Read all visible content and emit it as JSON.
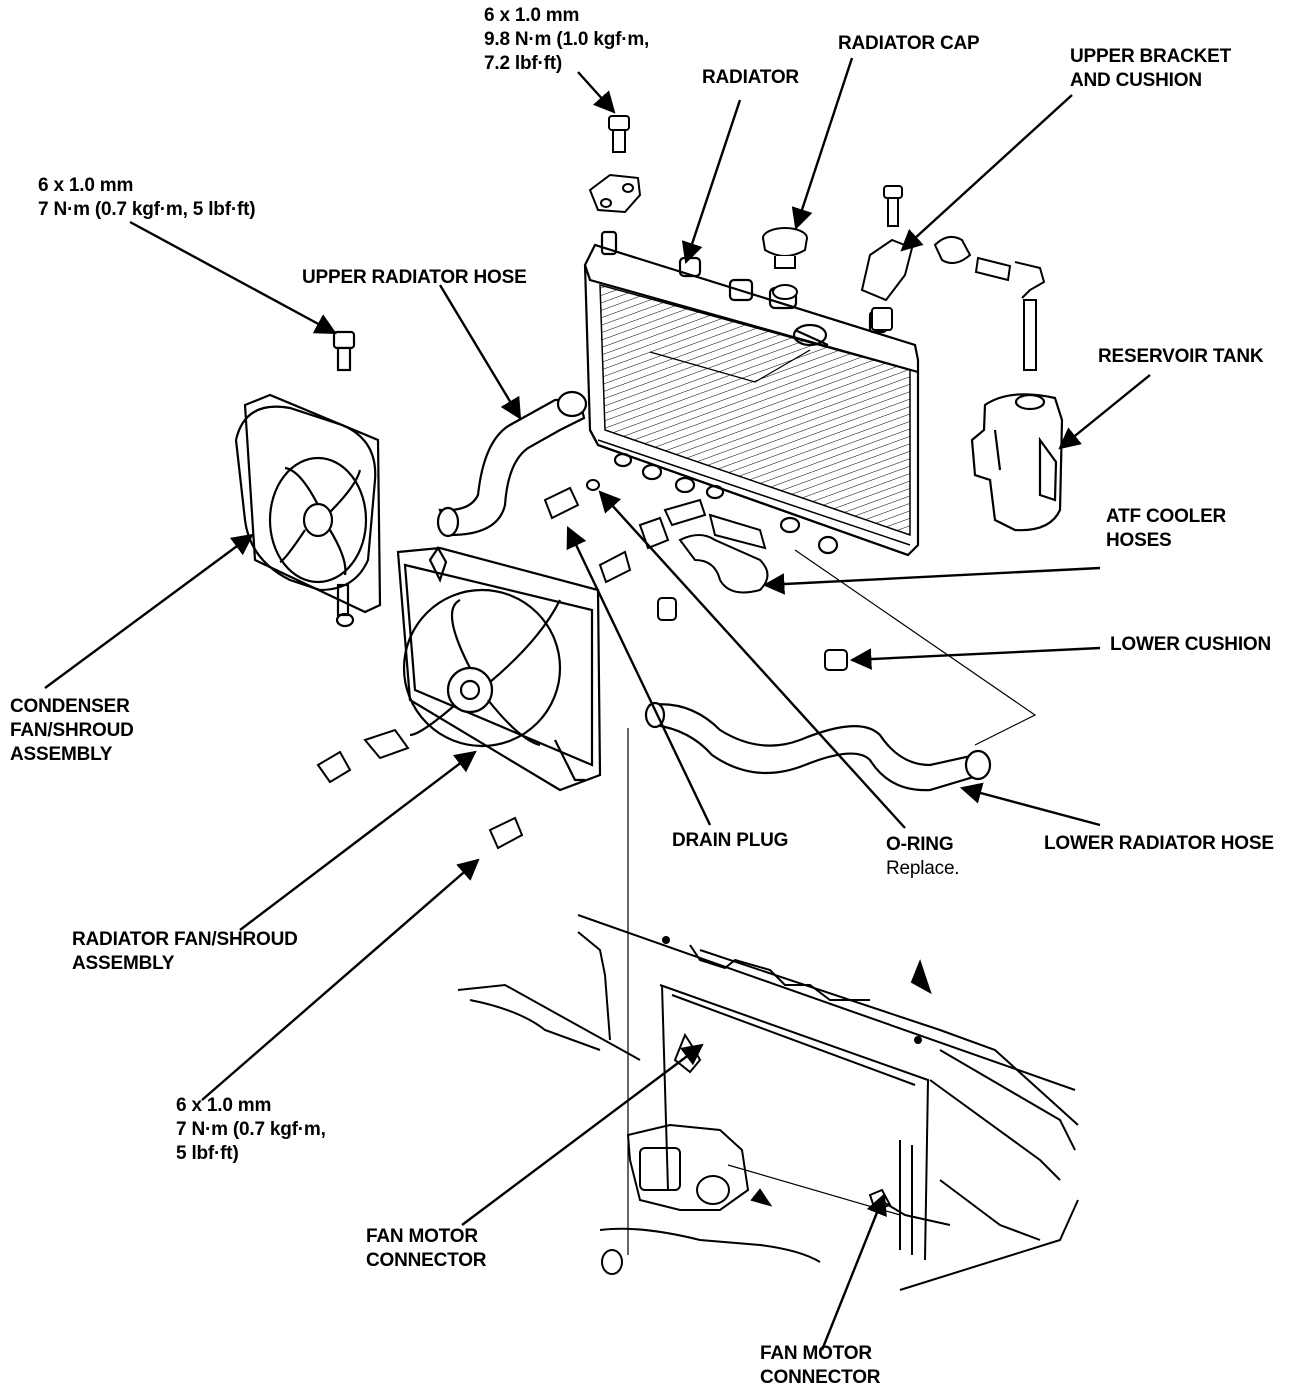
{
  "callouts": {
    "bolt_top": {
      "lines": [
        "6 x 1.0 mm",
        "9.8 N·m (1.0 kgf·m,",
        "7.2 lbf·ft)"
      ]
    },
    "radiator": {
      "lines": [
        "RADIATOR"
      ]
    },
    "radiator_cap": {
      "lines": [
        "RADIATOR CAP"
      ]
    },
    "upper_bracket": {
      "lines": [
        "UPPER BRACKET",
        "AND CUSHION"
      ]
    },
    "bolt_left": {
      "lines": [
        "6 x 1.0 mm",
        "7 N·m (0.7 kgf·m, 5 lbf·ft)"
      ]
    },
    "upper_hose": {
      "lines": [
        "UPPER RADIATOR HOSE"
      ]
    },
    "reservoir": {
      "lines": [
        "RESERVOIR TANK"
      ]
    },
    "atf_hoses": {
      "lines": [
        "ATF COOLER",
        "HOSES"
      ]
    },
    "lower_cushion": {
      "lines": [
        "LOWER CUSHION"
      ]
    },
    "condenser_fan": {
      "lines": [
        "CONDENSER",
        "FAN/SHROUD",
        "ASSEMBLY"
      ]
    },
    "drain_plug": {
      "lines": [
        "DRAIN PLUG"
      ]
    },
    "o_ring": {
      "lines": [
        "O-RING"
      ],
      "note": "Replace."
    },
    "lower_hose": {
      "lines": [
        "LOWER RADIATOR HOSE"
      ]
    },
    "radiator_fan": {
      "lines": [
        "RADIATOR FAN/SHROUD",
        "ASSEMBLY"
      ]
    },
    "bolt_bottom": {
      "lines": [
        "6 x 1.0 mm",
        "7 N·m (0.7 kgf·m,",
        "5 lbf·ft)"
      ]
    },
    "fan_connector_1": {
      "lines": [
        "FAN MOTOR",
        "CONNECTOR"
      ]
    },
    "fan_connector_2": {
      "lines": [
        "FAN MOTOR",
        "CONNECTOR"
      ]
    }
  }
}
